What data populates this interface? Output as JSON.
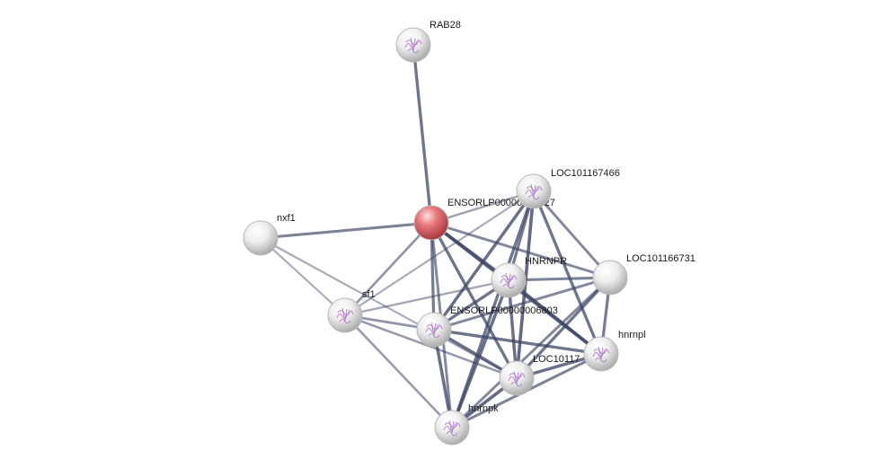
{
  "network": {
    "nodes": [
      {
        "id": "rab28",
        "label": "RAB28",
        "query": false,
        "structure": true
      },
      {
        "id": "ensorlp227",
        "label": "ENSORLP00000001227",
        "query": true,
        "structure": false
      },
      {
        "id": "loc466",
        "label": "LOC101167466",
        "query": false,
        "structure": true
      },
      {
        "id": "nxf1",
        "label": "nxf1",
        "query": false,
        "structure": false
      },
      {
        "id": "loc731",
        "label": "LOC101166731",
        "query": false,
        "structure": false
      },
      {
        "id": "hnrnpr",
        "label": "HNRNPR",
        "query": false,
        "structure": true
      },
      {
        "id": "sf1",
        "label": "sf1",
        "query": false,
        "structure": true
      },
      {
        "id": "ensorlp6803",
        "label": "ENSORLP00000006803",
        "query": false,
        "structure": true
      },
      {
        "id": "hnrnpl",
        "label": "hnrnpl",
        "query": false,
        "structure": true
      },
      {
        "id": "loc10117",
        "label": "LOC10117",
        "query": false,
        "structure": true
      },
      {
        "id": "hnrnpk",
        "label": "hnrnpk",
        "query": false,
        "structure": true
      }
    ],
    "edges": [
      {
        "a": "rab28",
        "b": "ensorlp227",
        "strength": 0.75
      },
      {
        "a": "ensorlp227",
        "b": "nxf1",
        "strength": 0.65
      },
      {
        "a": "ensorlp227",
        "b": "loc466",
        "strength": 0.4
      },
      {
        "a": "ensorlp227",
        "b": "loc731",
        "strength": 0.6
      },
      {
        "a": "ensorlp227",
        "b": "hnrnpr",
        "strength": 0.85
      },
      {
        "a": "ensorlp227",
        "b": "sf1",
        "strength": 0.5
      },
      {
        "a": "ensorlp227",
        "b": "ensorlp6803",
        "strength": 0.7
      },
      {
        "a": "ensorlp227",
        "b": "hnrnpl",
        "strength": 0.8
      },
      {
        "a": "ensorlp227",
        "b": "loc10117",
        "strength": 0.75
      },
      {
        "a": "ensorlp227",
        "b": "hnrnpk",
        "strength": 0.6
      },
      {
        "a": "nxf1",
        "b": "sf1",
        "strength": 0.3
      },
      {
        "a": "nxf1",
        "b": "loc10117",
        "strength": 0.3
      },
      {
        "a": "loc466",
        "b": "hnrnpr",
        "strength": 0.7
      },
      {
        "a": "loc466",
        "b": "loc731",
        "strength": 0.6
      },
      {
        "a": "loc466",
        "b": "sf1",
        "strength": 0.3
      },
      {
        "a": "loc466",
        "b": "ensorlp6803",
        "strength": 0.8
      },
      {
        "a": "loc466",
        "b": "hnrnpl",
        "strength": 0.75
      },
      {
        "a": "loc466",
        "b": "loc10117",
        "strength": 0.85
      },
      {
        "a": "loc466",
        "b": "hnrnpk",
        "strength": 0.75
      },
      {
        "a": "loc731",
        "b": "hnrnpr",
        "strength": 0.65
      },
      {
        "a": "loc731",
        "b": "ensorlp6803",
        "strength": 0.6
      },
      {
        "a": "loc731",
        "b": "hnrnpl",
        "strength": 0.7
      },
      {
        "a": "loc731",
        "b": "loc10117",
        "strength": 0.75
      },
      {
        "a": "loc731",
        "b": "hnrnpk",
        "strength": 0.6
      },
      {
        "a": "hnrnpr",
        "b": "sf1",
        "strength": 0.35
      },
      {
        "a": "hnrnpr",
        "b": "ensorlp6803",
        "strength": 0.75
      },
      {
        "a": "hnrnpr",
        "b": "hnrnpl",
        "strength": 0.85
      },
      {
        "a": "hnrnpr",
        "b": "loc10117",
        "strength": 0.8
      },
      {
        "a": "hnrnpr",
        "b": "hnrnpk",
        "strength": 0.8
      },
      {
        "a": "sf1",
        "b": "ensorlp6803",
        "strength": 0.5
      },
      {
        "a": "sf1",
        "b": "loc10117",
        "strength": 0.45
      },
      {
        "a": "sf1",
        "b": "hnrnpk",
        "strength": 0.45
      },
      {
        "a": "ensorlp6803",
        "b": "hnrnpl",
        "strength": 0.75
      },
      {
        "a": "ensorlp6803",
        "b": "loc10117",
        "strength": 0.8
      },
      {
        "a": "ensorlp6803",
        "b": "hnrnpk",
        "strength": 0.8
      },
      {
        "a": "hnrnpl",
        "b": "loc10117",
        "strength": 0.8
      },
      {
        "a": "hnrnpl",
        "b": "hnrnpk",
        "strength": 0.65
      },
      {
        "a": "loc10117",
        "b": "hnrnpk",
        "strength": 0.85
      }
    ]
  },
  "colors": {
    "query_node": "#e0616a",
    "node": "#e3e3e3",
    "edge": "#3d4564",
    "structure_glyph": "#b07cc9",
    "label": "#1a1a1a"
  }
}
